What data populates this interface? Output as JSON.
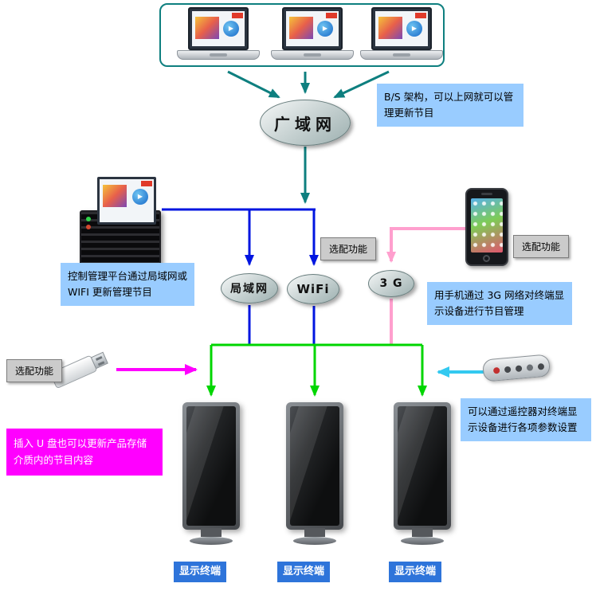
{
  "colors": {
    "teal": "#0e7f7f",
    "blue": "#0015e0",
    "pink": "#ff9fce",
    "green": "#00d600",
    "magenta": "#ff00ff",
    "cyan": "#33c9f0",
    "note_bg": "#99ccff",
    "tag_bg": "#cbcbcb",
    "magenta_note_bg": "#ff00ff",
    "terminal_label_bg": "#2e74da"
  },
  "nodes": {
    "wan": "广域网",
    "lan": "局域网",
    "wifi": "WiFi",
    "g3": "3 G"
  },
  "notes": {
    "bs": "B/S 架构，可以上网就可以管理更新节目",
    "control": "控制管理平台通过局域网或 WIFI 更新管理节目",
    "phone": "用手机通过 3G 网络对终端显示设备进行节目管理",
    "usb": "插入 U 盘也可以更新产品存储介质内的节目内容",
    "remote": "可以通过遥控器对终端显示设备进行各项参数设置"
  },
  "optional_labels": [
    "选配功能",
    "选配功能",
    "选配功能"
  ],
  "terminals": [
    "显示终端",
    "显示终端",
    "显示终端"
  ]
}
